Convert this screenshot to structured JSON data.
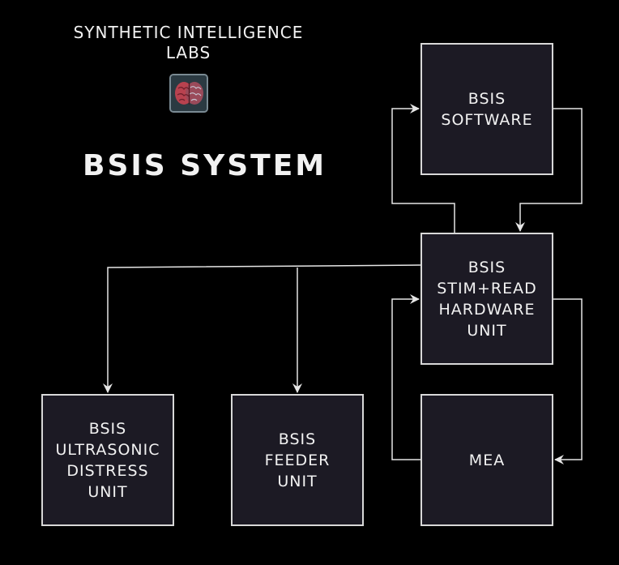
{
  "header": {
    "org_name": "SYNTHETIC INTELLIGENCE LABS",
    "system_title": "BSIS SYSTEM",
    "logo_icon": "brain-icon"
  },
  "nodes": {
    "software": "BSIS\nSOFTWARE",
    "hardware": "BSIS\nSTIM+READ\nHARDWARE\nUNIT",
    "mea": "MEA",
    "ultrasonic": "BSIS\nULTRASONIC\nDISTRESS\nUNIT",
    "feeder": "BSIS\nFEEDER\nUNIT"
  },
  "edges": [
    {
      "from": "hardware",
      "to": "software"
    },
    {
      "from": "software",
      "to": "hardware"
    },
    {
      "from": "hardware",
      "to": "ultrasonic"
    },
    {
      "from": "hardware",
      "to": "feeder"
    },
    {
      "from": "hardware",
      "to": "mea"
    },
    {
      "from": "mea",
      "to": "hardware"
    }
  ],
  "colors": {
    "background": "#000000",
    "box_fill": "#1c1a24",
    "box_border": "#d8d8d8",
    "text": "#f2f2f2",
    "line": "#e6e6e6"
  }
}
